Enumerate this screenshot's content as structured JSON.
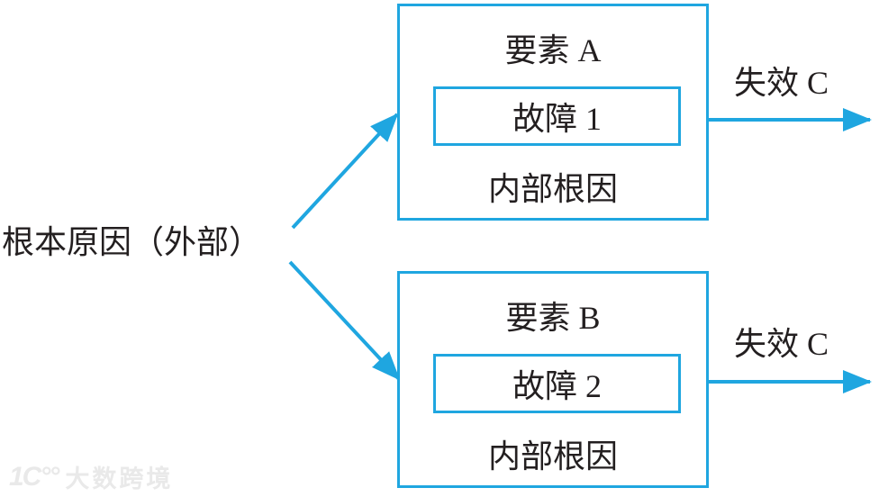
{
  "colors": {
    "accent": "#1fa6e0",
    "text": "#231f20",
    "watermark": "#e9e9e9"
  },
  "diagram": {
    "root_cause_label": "根本原因（外部）",
    "top_box": {
      "title": "要素 A",
      "fault": "故障 1",
      "footer": "内部根因",
      "output_label": "失效 C"
    },
    "bottom_box": {
      "title": "要素 B",
      "fault": "故障 2",
      "footer": "内部根因",
      "output_label": "失效 C"
    }
  },
  "watermark": {
    "logo": "1C°°",
    "text": "大数跨境"
  }
}
